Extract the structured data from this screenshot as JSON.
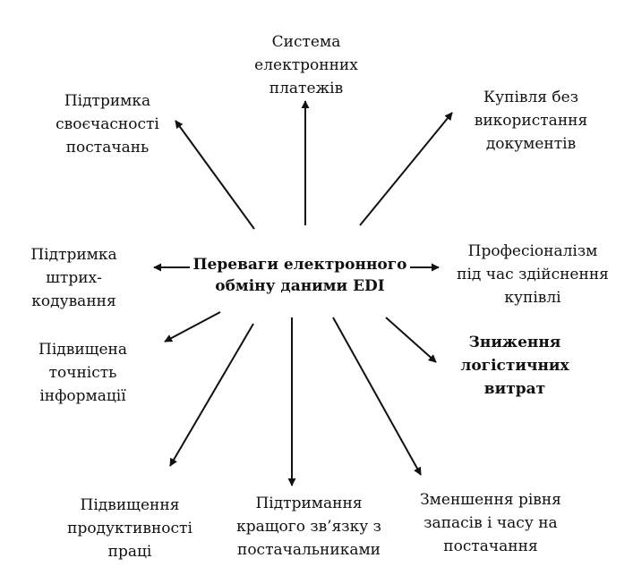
{
  "center": {
    "lines": [
      "Переваги електронного",
      "обміну даними EDI"
    ]
  },
  "benefits": [
    {
      "id": "payment-system",
      "lines": [
        "Система",
        "електронних",
        "платежів"
      ]
    },
    {
      "id": "paperless-purchasing",
      "lines": [
        "Купівля без",
        "використання",
        "документів"
      ]
    },
    {
      "id": "purchasing-professionalism",
      "lines": [
        "Професіоналізм",
        "під час здійснення",
        "купівлі"
      ]
    },
    {
      "id": "logistics-cost-reduction",
      "lines": [
        "Зниження",
        "логістичних",
        "витрат"
      ]
    },
    {
      "id": "inventory-lead-time-reduction",
      "lines": [
        "Зменшення рівня",
        "запасів і часу на",
        "постачання"
      ]
    },
    {
      "id": "supplier-communication",
      "lines": [
        "Підтримання",
        "кращого зв’язку з",
        "постачальниками"
      ]
    },
    {
      "id": "productivity-increase",
      "lines": [
        "Підвищення",
        "продуктивності",
        "праці"
      ]
    },
    {
      "id": "information-accuracy",
      "lines": [
        "Підвищена",
        "точність",
        "інформації"
      ]
    },
    {
      "id": "barcoding-support",
      "lines": [
        "Підтримка",
        "штрих-",
        "кодування"
      ]
    },
    {
      "id": "timely-delivery-support",
      "lines": [
        "Підтримка",
        "своєчасності",
        "постачань"
      ]
    }
  ]
}
